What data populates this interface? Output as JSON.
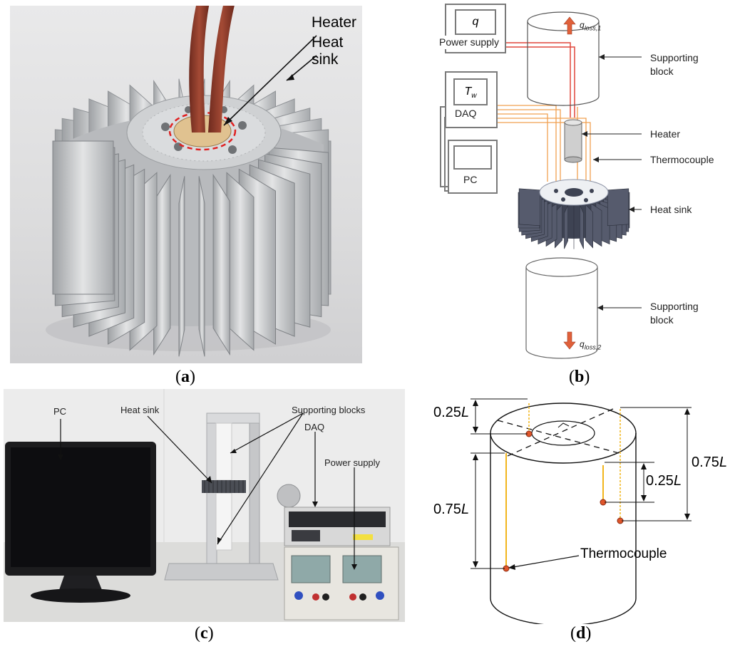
{
  "panel_a": {
    "label_heater": "Heater",
    "label_heat_sink": "Heat sink",
    "caption_open": "(",
    "caption_letter": "a",
    "caption_close": ")"
  },
  "panel_b": {
    "q_symbol": "q",
    "power_supply": "Power supply",
    "tw_symbol": "T",
    "tw_sub": "w",
    "daq": "DAQ",
    "pc": "PC",
    "q_loss_1_sym": "q",
    "q_loss_1_sub": "loss,1",
    "q_loss_2_sym": "q",
    "q_loss_2_sub": "loss,2",
    "supporting_block_top_1": "Supporting",
    "supporting_block_top_2": "block",
    "heater": "Heater",
    "thermocouple": "Thermocouple",
    "heat_sink": "Heat sink",
    "supporting_block_bottom_1": "Supporting",
    "supporting_block_bottom_2": "block",
    "caption_letter": "b"
  },
  "panel_c": {
    "pc": "PC",
    "heat_sink": "Heat sink",
    "supporting_blocks": "Supporting blocks",
    "daq": "DAQ",
    "power_supply": "Power supply",
    "caption_letter": "c"
  },
  "panel_d": {
    "dim_top_left_num": "0.25",
    "dim_top_left_var": "L",
    "dim_left_num": "0.75",
    "dim_left_var": "L",
    "dim_right_inner_num": "0.25",
    "dim_right_inner_var": "L",
    "dim_right_outer_num": "0.75",
    "dim_right_outer_var": "L",
    "thermocouple": "Thermocouple",
    "caption_letter": "d"
  },
  "colors": {
    "wire_red": "#e0463c",
    "wire_orange": "#f0a050",
    "thermocouple_yellow": "#f2b51c",
    "thermocouple_dot": "#e0552a",
    "arrow_orange": "#e0603a",
    "heat_sink_dark": "#4a4f60",
    "cable_brown": "#8a3a2a",
    "aluminum": "#c8cacc"
  }
}
